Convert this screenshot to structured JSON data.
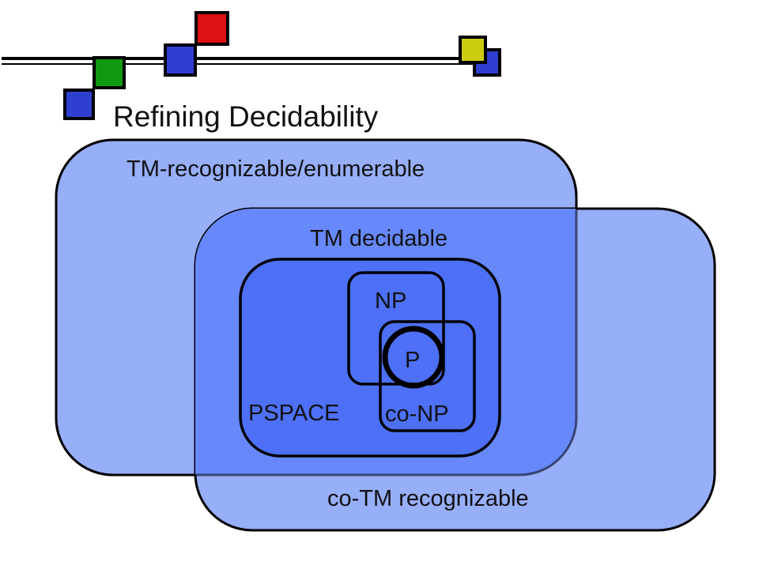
{
  "slide": {
    "title": "Refining Decidability"
  },
  "diagram": {
    "recognizable_label": "TM-recognizable/enumerable",
    "co_recognizable_label": "co-TM recognizable",
    "decidable_label": "TM decidable",
    "pspace_label": "PSPACE",
    "np_label": "NP",
    "conp_label": "co-NP",
    "p_label": "P"
  },
  "colors": {
    "light_region": "#97aef9",
    "overlap_region": "#6688fb",
    "inner_region": "#4d70f7",
    "outline": "#000000",
    "deco_blue": "#2f3fcf",
    "deco_green": "#119911",
    "deco_red": "#dd1111",
    "deco_yellow": "#cccc11"
  }
}
